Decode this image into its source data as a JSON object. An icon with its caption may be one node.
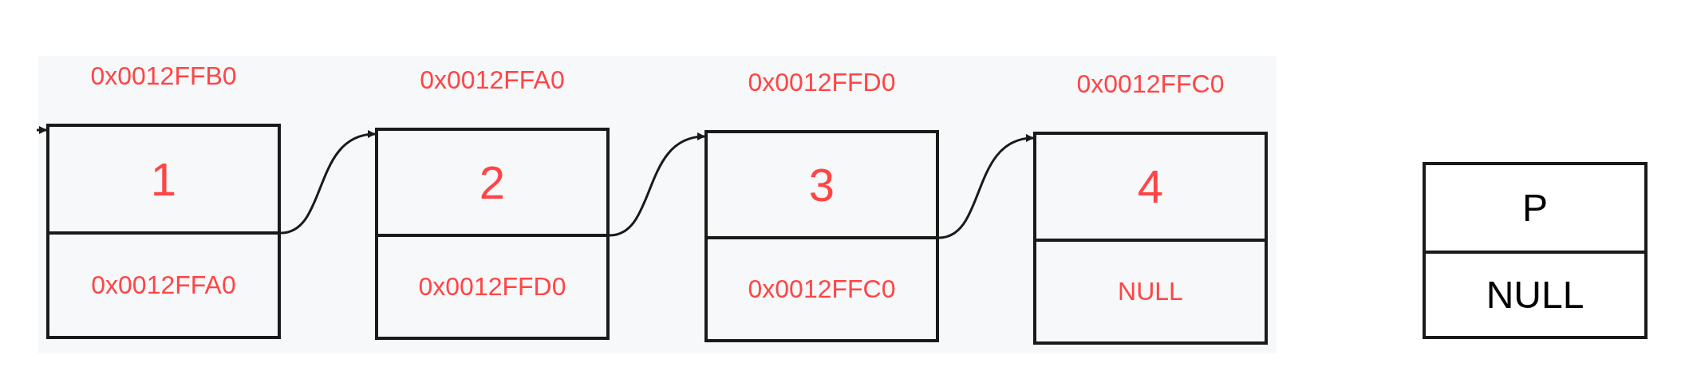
{
  "diagram": {
    "nodes": [
      {
        "text": [
          "1",
          "0x0012FFA0"
        ],
        "beside": [
          "0x0012FFB0"
        ]
      },
      {
        "text": [
          "2",
          "0x0012FFD0"
        ],
        "beside": [
          "0x0012FFA0"
        ]
      },
      {
        "text": [
          "3",
          "0x0012FFC0"
        ],
        "beside": [
          "0x0012FFD0"
        ]
      },
      {
        "text": [
          "4",
          "NULL"
        ],
        "beside": [
          "0x0012FFC0"
        ]
      },
      {
        "text": [
          "P",
          "NULL"
        ]
      }
    ],
    "edges": [
      {
        "from": null,
        "to": 0,
        "arrow": "to"
      },
      {
        "from": 0,
        "to": 1,
        "arrow": "to"
      },
      {
        "from": 1,
        "to": 2,
        "arrow": "to"
      },
      {
        "from": 2,
        "to": 3,
        "arrow": "to"
      }
    ]
  }
}
